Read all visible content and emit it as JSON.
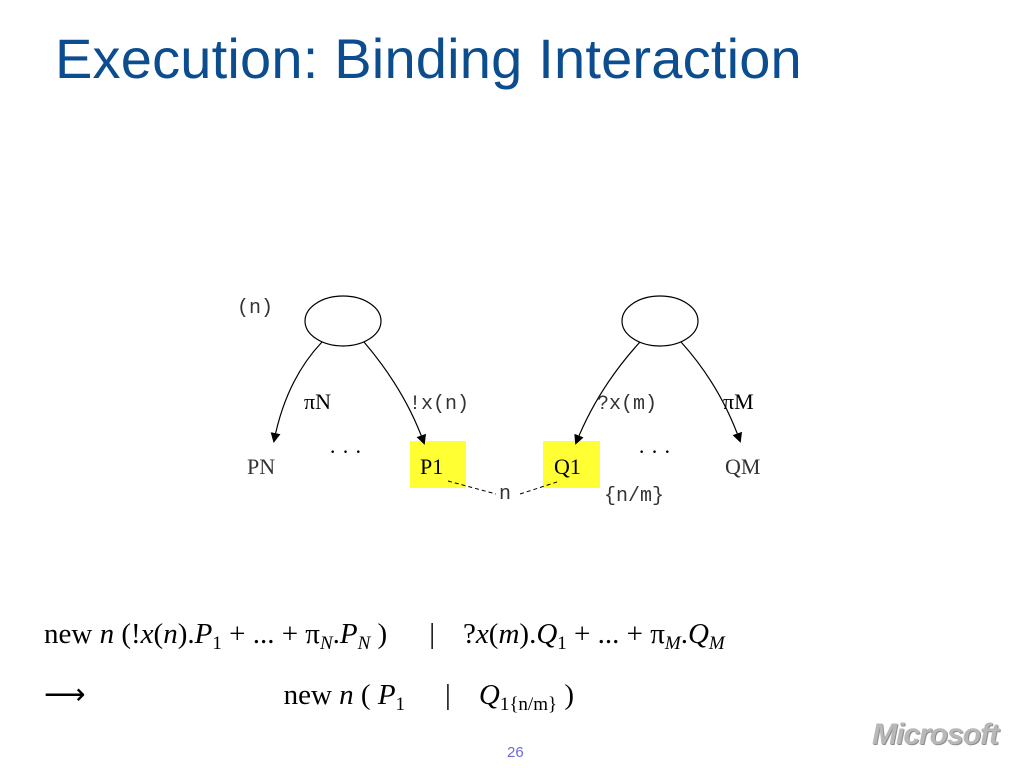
{
  "slide": {
    "title": "Execution: Binding Interaction",
    "page_number": "26",
    "logo_text": "Microsoft"
  },
  "diagram": {
    "left_scope_label": "(n)",
    "left_edge_label_1": "πN",
    "left_edge_label_2": "!x(n)",
    "right_edge_label_1": "?x(m)",
    "right_edge_label_2": "πM",
    "node_pn": "PN",
    "node_p1": "P1",
    "node_q1": "Q1",
    "node_qm": "QM",
    "left_ellipsis": "· · ·",
    "right_ellipsis": "· · ·",
    "channel_label": "n",
    "substitution_label": "{n/m}",
    "highlight_color": "#ffff33"
  },
  "formula": {
    "line1": {
      "new": "new",
      "n": "n",
      "open": " (!",
      "x": "x",
      "paren_n_open": "(",
      "n2": "n",
      "paren_n_close": ").",
      "P": "P",
      "sub1": "1",
      "plus_dots": " + ... + π",
      "subN": "N",
      "dot": ".",
      "P2": "P",
      "subN2": "N",
      "close": " )",
      "bar": "|",
      "q": "?",
      "x2": "x",
      "paren_m_open": "(",
      "m": "m",
      "paren_m_close": ").",
      "Q": "Q",
      "subQ1": "1",
      "plus_dots2": " + ... + π",
      "subM": "M",
      "dot2": ".",
      "Q2": "Q",
      "subM2": "M"
    },
    "line2": {
      "arrow": "⟶",
      "new": "new",
      "n": "n",
      "open": " ( ",
      "P": "P",
      "sub1": "1",
      "bar": "|",
      "Q": "Q",
      "subQ": "1{n/m}",
      "close": " )"
    }
  }
}
